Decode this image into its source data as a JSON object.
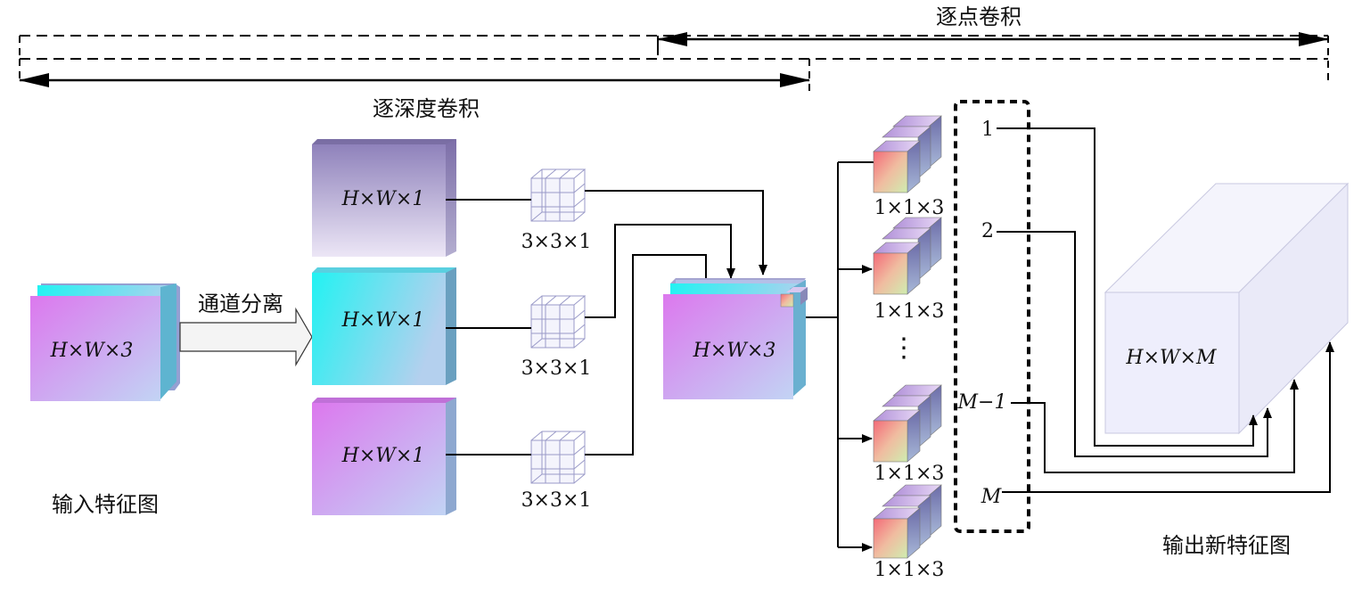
{
  "top": {
    "pointwise_label": "逐点卷积",
    "depthwise_label": "逐深度卷积"
  },
  "input": {
    "caption": "输入特征图",
    "dims": "H×W×3"
  },
  "split_label": "通道分离",
  "channels": [
    {
      "dims": "H×W×1",
      "kernel": "3×3×1"
    },
    {
      "dims": "H×W×1",
      "kernel": "3×3×1"
    },
    {
      "dims": "H×W×1",
      "kernel": "3×3×1"
    }
  ],
  "merged": {
    "dims": "H×W×3"
  },
  "pointwise_kernels": [
    "1×1×3",
    "1×1×3",
    "1×1×3",
    "1×1×3"
  ],
  "ellipsis": "⋮",
  "outputs_index": [
    "1",
    "2",
    "M−1",
    "M"
  ],
  "output": {
    "dims": "H×W×M",
    "caption": "输出新特征图"
  },
  "colors": {
    "purple_top": "#8f82bb",
    "cyan": "#28f0f0",
    "magenta": "#e07cf0",
    "light_blue": "#c2d4f4",
    "output_face": "#eeeefc"
  }
}
